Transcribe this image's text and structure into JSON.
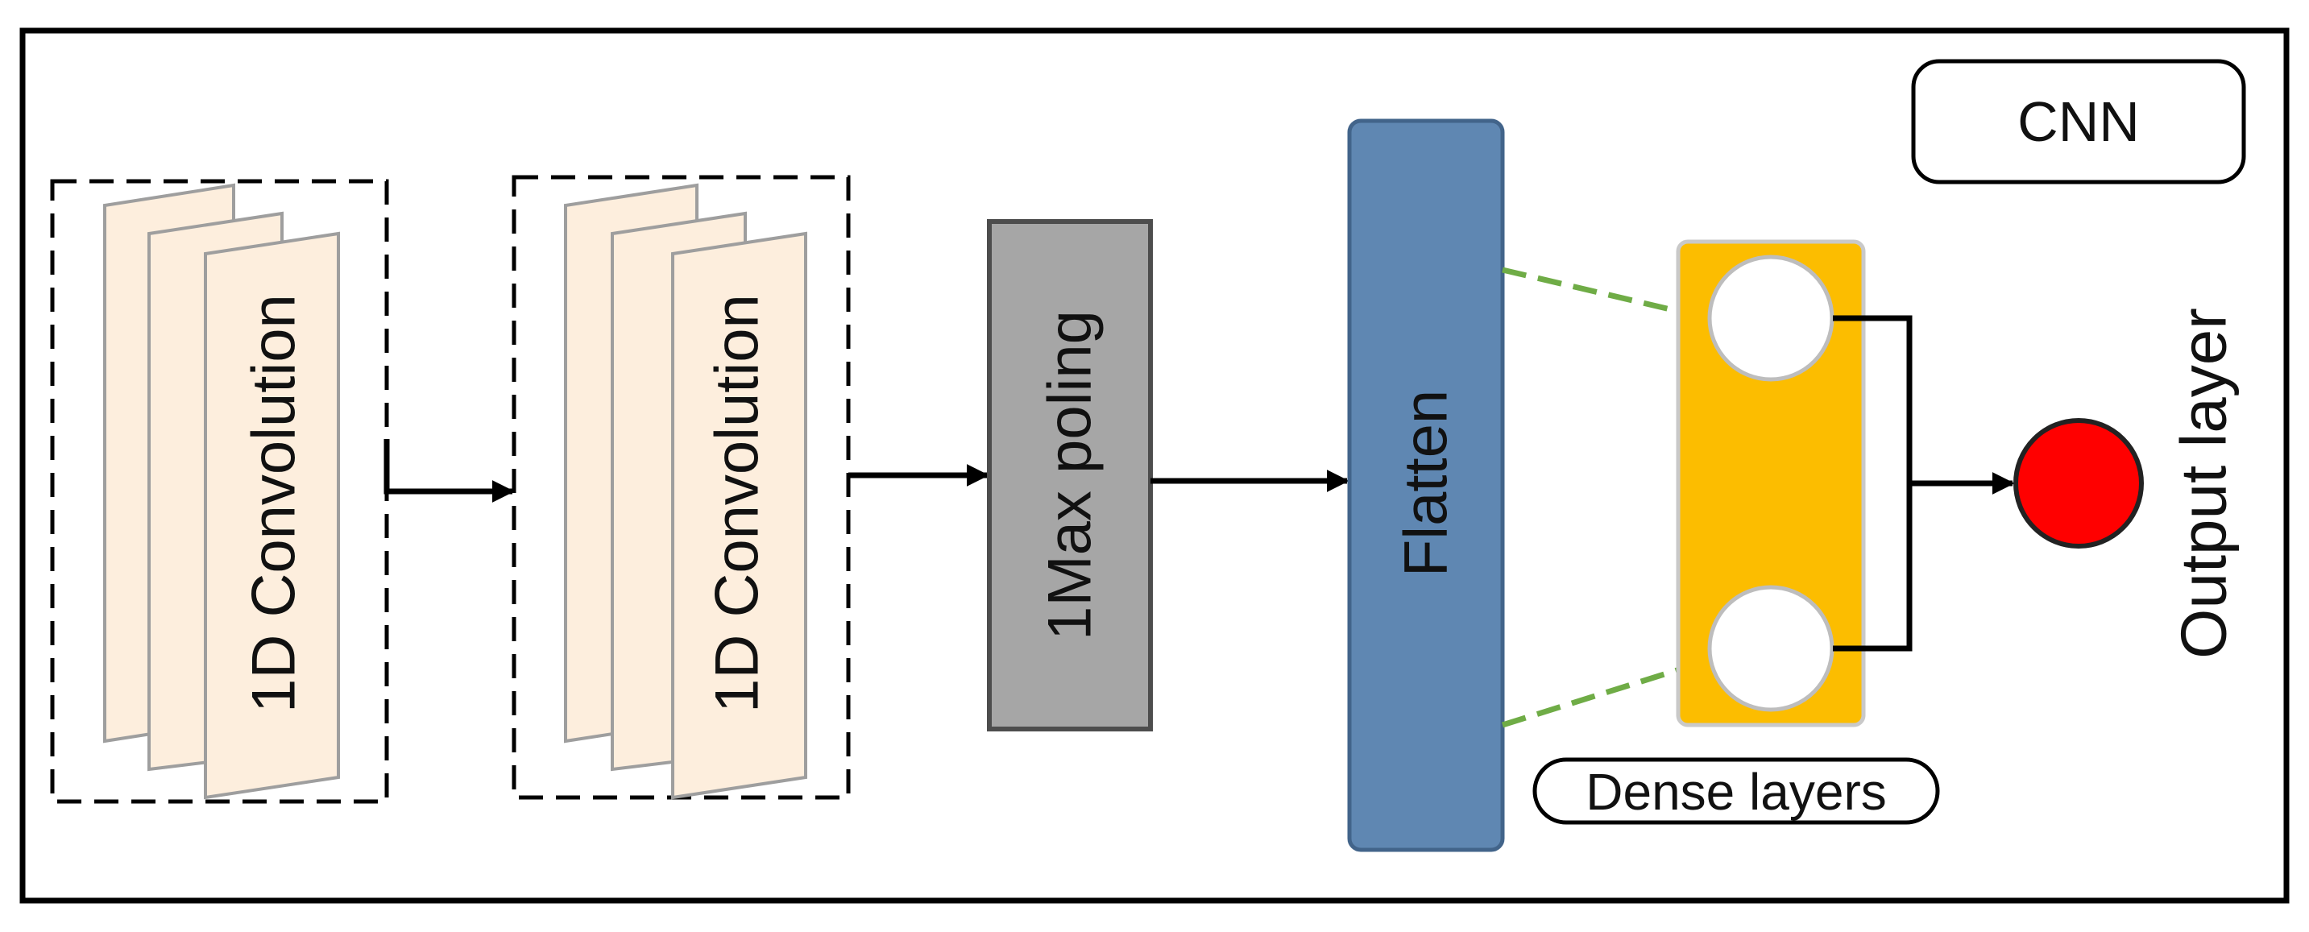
{
  "diagram": {
    "badge": "CNN",
    "conv1": {
      "label": "1D Convolution"
    },
    "conv2": {
      "label": "1D Convolution"
    },
    "pool": {
      "label": "1Max poling"
    },
    "flatten": {
      "label": "Flatten"
    },
    "dense": {
      "label": "Dense layers"
    },
    "output": {
      "label": "Output layer"
    }
  },
  "colors": {
    "frame": "#000000",
    "feature_map_fill": "#fdeedd",
    "feature_map_stroke": "#9e9e9e",
    "pool_fill": "#a6a6a6",
    "pool_stroke": "#4d4d4d",
    "flatten_fill": "#5f87b2",
    "flatten_stroke": "#42648a",
    "dense_fill": "#fcbd00",
    "neuron_fill": "#ffffff",
    "output_fill": "#ff0000",
    "dashed_connector": "#6fac46",
    "arrow": "#000000"
  }
}
